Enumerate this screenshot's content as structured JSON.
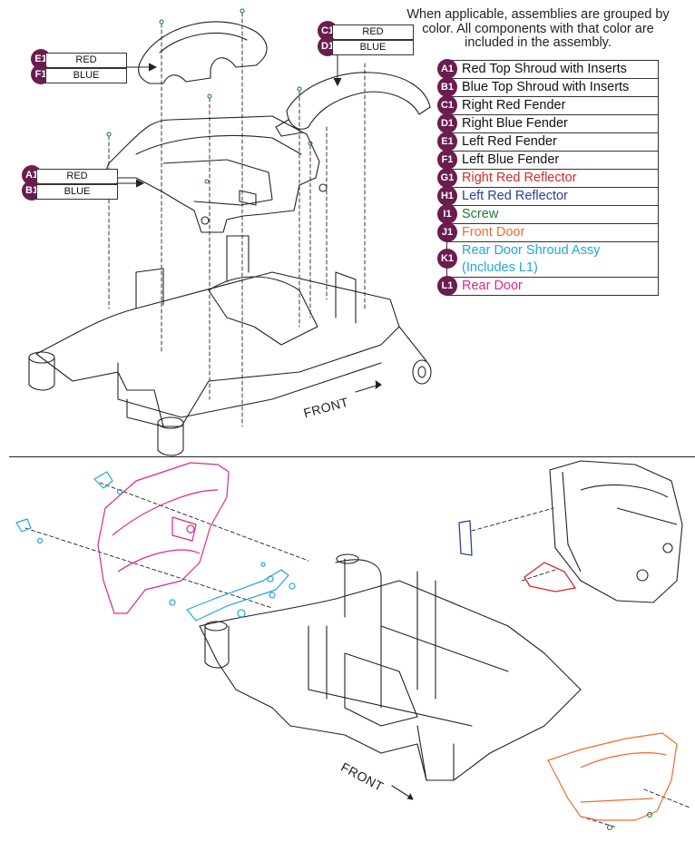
{
  "header_note": "When applicable, assemblies are grouped by color. All components with that color are included in the assembly.",
  "legend": [
    {
      "code": "A1",
      "label": "Red Top Shroud with Inserts",
      "color": "#111111"
    },
    {
      "code": "B1",
      "label": "Blue Top Shroud with Inserts",
      "color": "#111111"
    },
    {
      "code": "C1",
      "label": "Right Red Fender",
      "color": "#111111"
    },
    {
      "code": "D1",
      "label": "Right Blue Fender",
      "color": "#111111"
    },
    {
      "code": "E1",
      "label": "Left Red Fender",
      "color": "#111111"
    },
    {
      "code": "F1",
      "label": "Left Blue Fender",
      "color": "#111111"
    },
    {
      "code": "G1",
      "label": "Right Red Reflector",
      "color": "#d42a2a"
    },
    {
      "code": "H1",
      "label": "Left Red Reflector",
      "color": "#2e3d9a"
    },
    {
      "code": "I1",
      "label": "Screw",
      "color": "#1a7a3e"
    },
    {
      "code": "J1",
      "label": "Front Door",
      "color": "#f26b2e"
    },
    {
      "code": "K1",
      "label": "Rear Door Shroud Assy",
      "label2": "(Includes L1)",
      "color": "#23a6d9"
    },
    {
      "code": "L1",
      "label": "Rear Door",
      "color": "#e0268f"
    }
  ],
  "callouts": {
    "e1": {
      "code": "E1",
      "text": "RED"
    },
    "f1": {
      "code": "F1",
      "text": "BLUE"
    },
    "c1": {
      "code": "C1",
      "text": "RED"
    },
    "d1": {
      "code": "D1",
      "text": "BLUE"
    },
    "a1": {
      "code": "A1",
      "text": "RED"
    },
    "b1": {
      "code": "B1",
      "text": "BLUE"
    }
  },
  "front_label_top": "FRONT",
  "front_label_bottom": "FRONT",
  "colors": {
    "badge": "#6a1d4e",
    "rear_door": "#e0268f",
    "rear_shroud": "#23a6d9",
    "front_door": "#f26b2e",
    "right_reflector": "#d42a2a",
    "left_reflector": "#2e3d9a",
    "screw": "#1a7a3e"
  }
}
